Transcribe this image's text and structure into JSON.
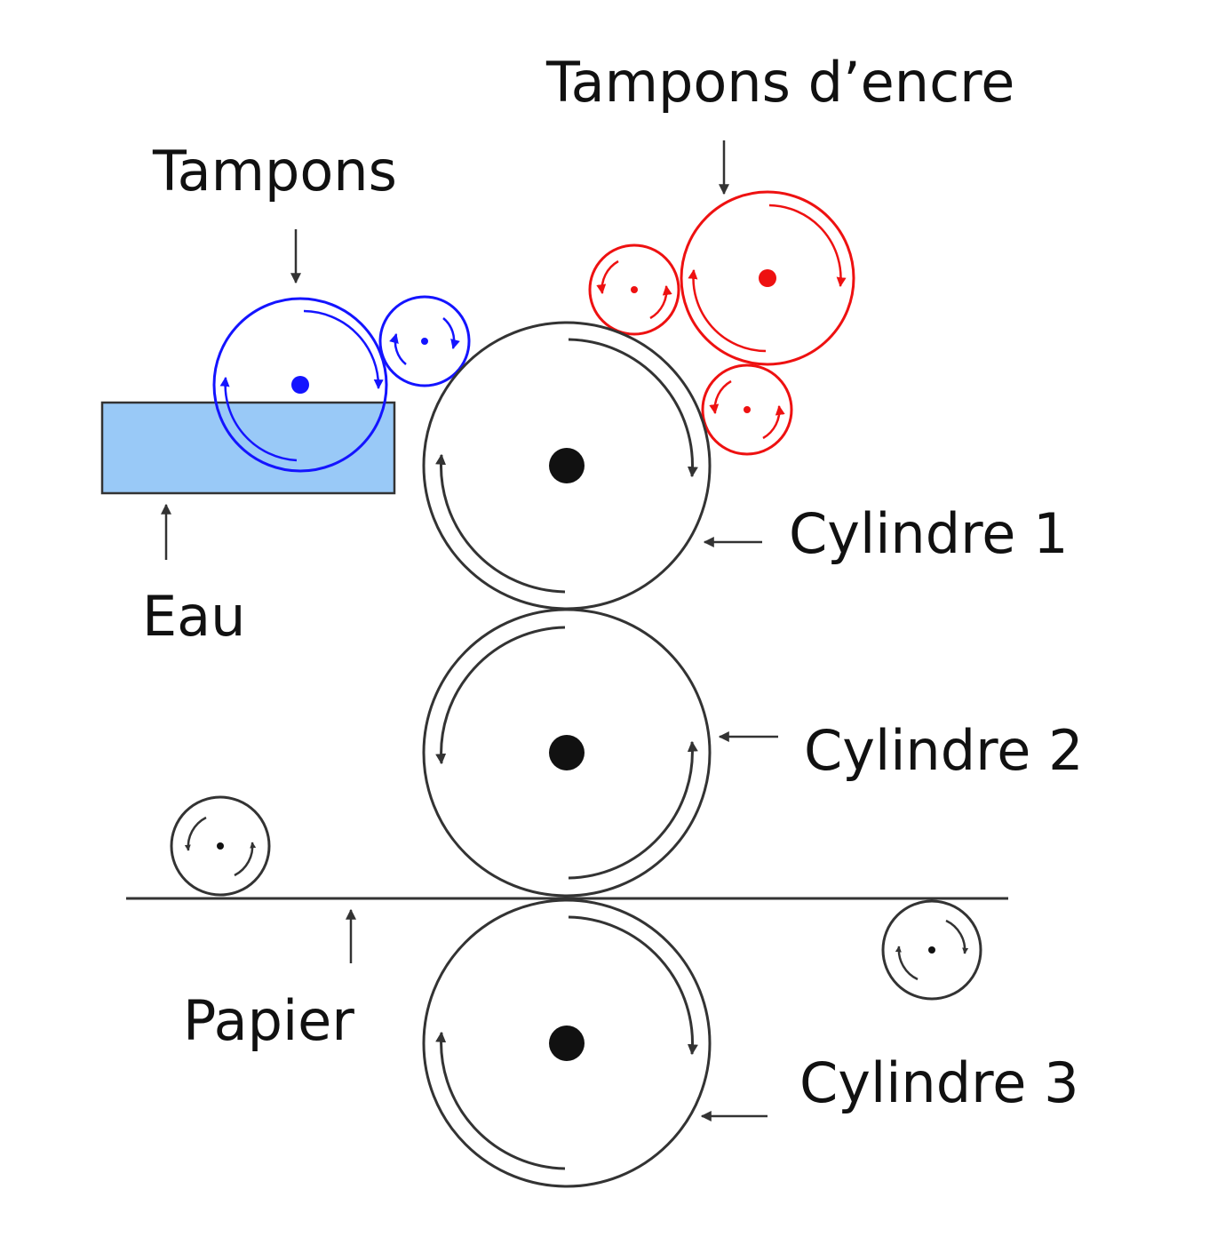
{
  "labels": {
    "tampons": "Tampons",
    "tampons_encre": "Tampons d’encre",
    "eau": "Eau",
    "cylindre_1": "Cylindre 1",
    "cylindre_2": "Cylindre 2",
    "cylindre_3": "Cylindre 3",
    "papier": "Papier"
  },
  "colors": {
    "water_rollers": "#1414ff",
    "ink_rollers": "#ee1111",
    "cylinders": "#333333",
    "water_bath": "#99c9f7",
    "water_bath_border": "#333333",
    "text": "#111111"
  }
}
